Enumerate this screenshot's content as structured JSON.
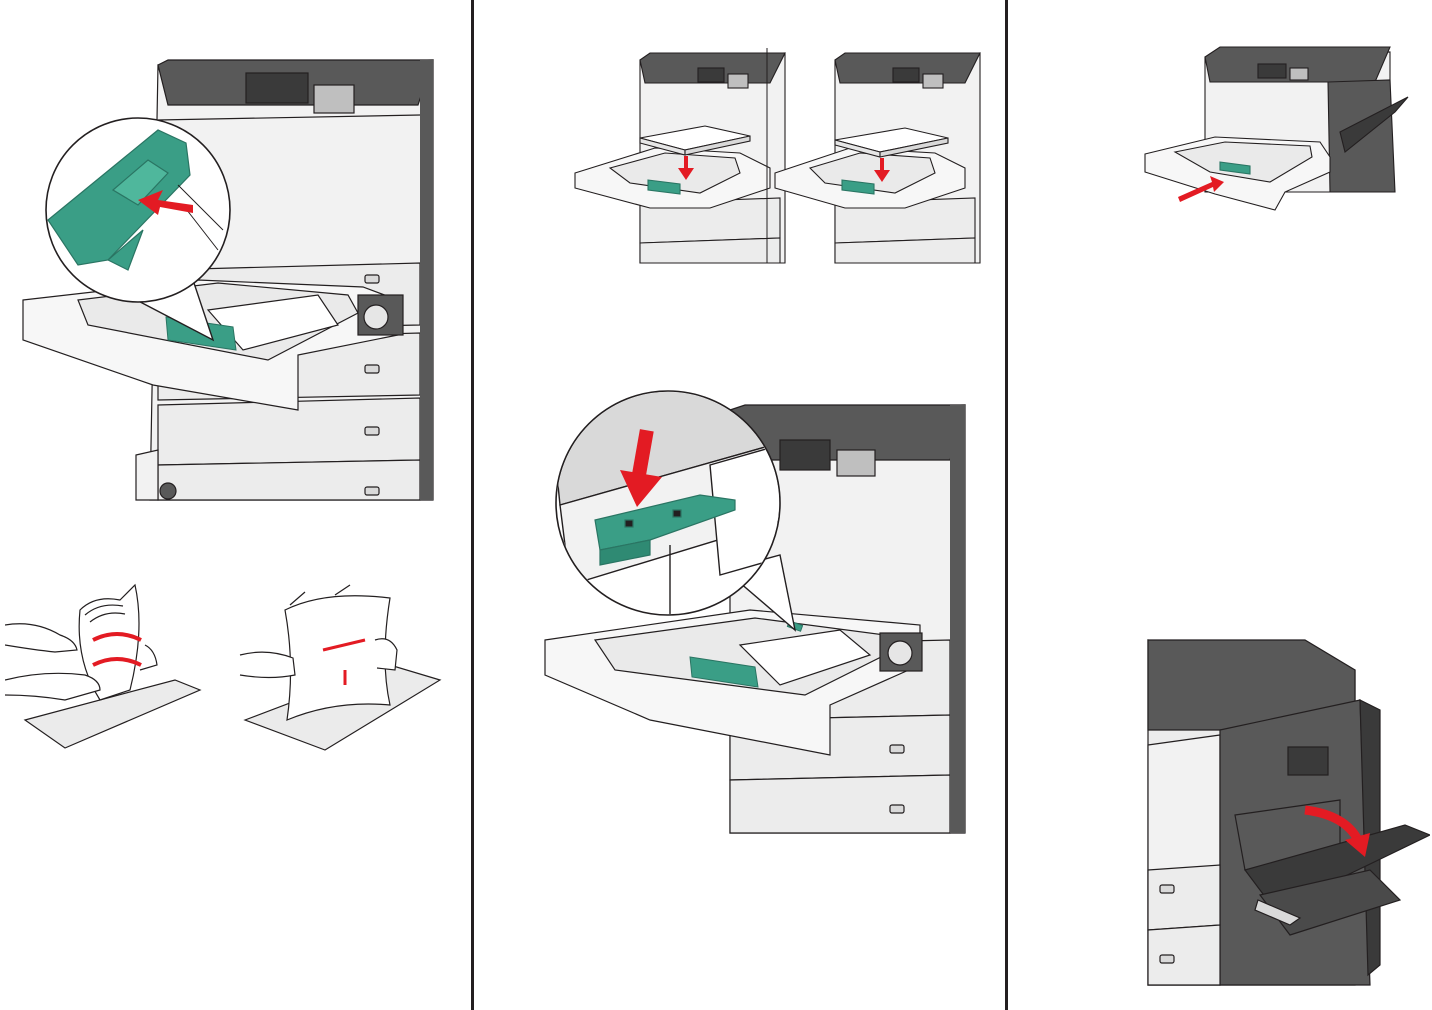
{
  "page": {
    "background": "#ffffff",
    "colors": {
      "outline": "#231f20",
      "printer_light": "#f2f2f2",
      "printer_mid": "#d9d9d9",
      "printer_dark": "#595959",
      "guide_teal": "#3a9e86",
      "guide_teal_dark": "#2a7563",
      "arrow_red": "#e31b23"
    }
  },
  "columns": [
    {
      "steps": [
        {
          "illustration": "squeeze-length-guide",
          "icons": [
            "printer-icon",
            "tray-icon",
            "length-guide-icon",
            "zoom-callout-icon",
            "arrow-icon"
          ]
        },
        {
          "illustration": "flex-and-fan-paper",
          "icons": [
            "hands-icon",
            "paper-stack-icon",
            "curved-arrow-icon"
          ]
        }
      ]
    },
    {
      "steps": [
        {
          "illustration": "load-paper-stack",
          "icons": [
            "printer-icon",
            "paper-stack-icon",
            "arrow-icon"
          ]
        },
        {
          "illustration": "lock-width-guide",
          "icons": [
            "printer-icon",
            "width-guide-icon",
            "lock-icon",
            "zoom-callout-icon",
            "arrow-icon"
          ]
        }
      ]
    },
    {
      "steps": [
        {
          "illustration": "insert-tray",
          "icons": [
            "printer-icon",
            "tray-icon",
            "arrow-icon"
          ]
        },
        {
          "illustration": "open-multipurpose-feeder",
          "icons": [
            "printer-icon",
            "mp-feeder-icon",
            "curved-arrow-icon"
          ]
        }
      ]
    }
  ]
}
